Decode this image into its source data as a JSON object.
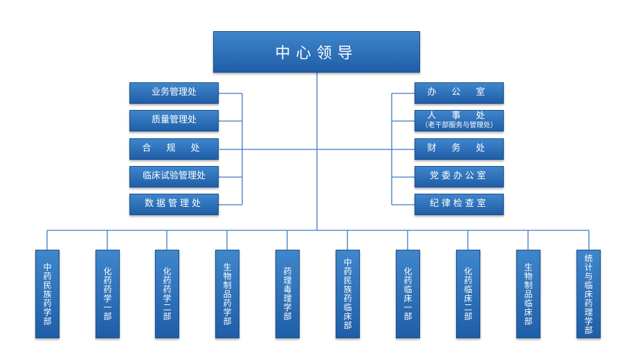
{
  "top": "中心领导",
  "left_units": [
    "业务管理处",
    "质量管理处",
    "合 规 处",
    "临床试验管理处",
    "数据管理处"
  ],
  "right_units": [
    {
      "name": "办 公 室",
      "sub": ""
    },
    {
      "name": "人 事 处",
      "sub": "（老干部服务与管理处）"
    },
    {
      "name": "财 务 处",
      "sub": ""
    },
    {
      "name": "党委办公室",
      "sub": ""
    },
    {
      "name": "纪律检查室",
      "sub": ""
    }
  ],
  "departments": [
    "中药民族药学部",
    "化药药学一部",
    "化药药学二部",
    "生物制品药学部",
    "药理毒理学部",
    "中药民族药临床部",
    "化药临床一部",
    "化药临床二部",
    "生物制品临床部",
    "统计与临床药理学部"
  ],
  "colors": {
    "box": "#2d6fb8",
    "box_border": "#1a4f8c",
    "line": "#3a78c0",
    "text": "#ffffff"
  }
}
